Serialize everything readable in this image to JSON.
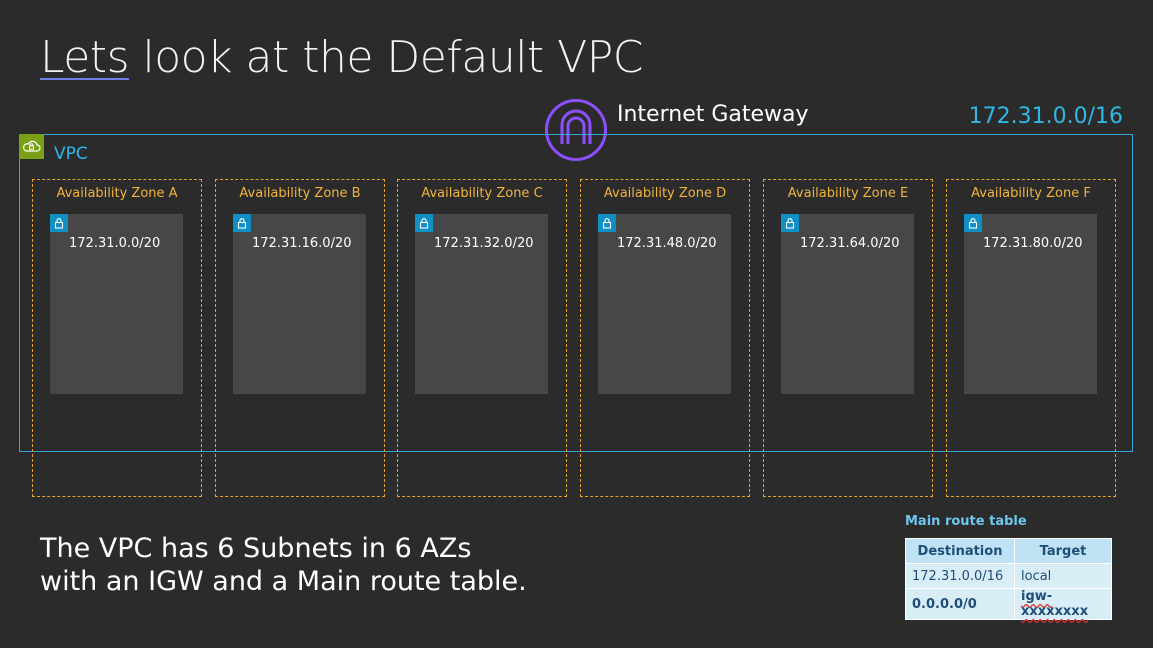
{
  "title": {
    "underlined": "Lets",
    "rest": " look at the Default VPC"
  },
  "internet_gateway": {
    "label": "Internet Gateway",
    "icon": "internet-gateway-icon",
    "color": "#8c4fff"
  },
  "vpc": {
    "label": "VPC",
    "cidr": "172.31.0.0/16",
    "icon": "vpc-cloud-lock-icon",
    "border_color": "#32a8d8"
  },
  "availability_zones": [
    {
      "name": "Availability Zone A",
      "subnet_cidr": "172.31.0.0/20"
    },
    {
      "name": "Availability Zone B",
      "subnet_cidr": "172.31.16.0/20"
    },
    {
      "name": "Availability Zone C",
      "subnet_cidr": "172.31.32.0/20"
    },
    {
      "name": "Availability Zone D",
      "subnet_cidr": "172.31.48.0/20"
    },
    {
      "name": "Availability Zone E",
      "subnet_cidr": "172.31.64.0/20"
    },
    {
      "name": "Availability Zone F",
      "subnet_cidr": "172.31.80.0/20"
    }
  ],
  "summary": {
    "line1": "The VPC has 6 Subnets in 6 AZs",
    "line2": "with an IGW and a Main route table."
  },
  "route_table": {
    "title": "Main route table",
    "headers": [
      "Destination",
      "Target"
    ],
    "rows": [
      {
        "destination": "172.31.0.0/16",
        "target": "local"
      },
      {
        "destination": "0.0.0.0/0",
        "target": "igw-xxxxxxxx"
      }
    ]
  },
  "colors": {
    "background": "#2b2b2b",
    "accent_blue": "#2fb7e6",
    "az_orange": "#e6a22b",
    "subnet_gray": "#474747"
  }
}
